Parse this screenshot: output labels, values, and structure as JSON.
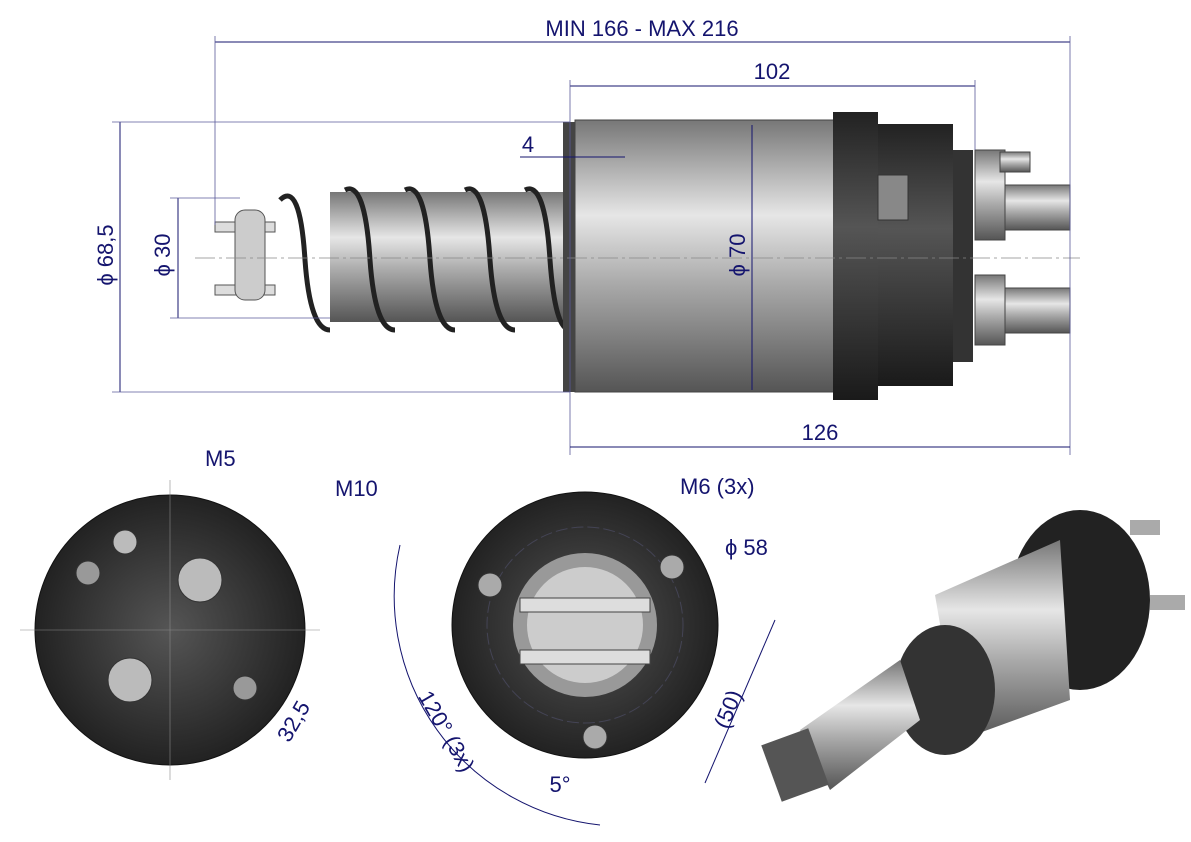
{
  "dimensions": {
    "overall_length": "MIN 166 - MAX 216",
    "body_length": "102",
    "flange_offset": "4",
    "body_diameter": "ϕ 70",
    "flange_diameter": "ϕ 68,5",
    "plunger_diameter": "ϕ 30",
    "total_body_length": "126",
    "terminal_small": "M5",
    "terminal_large": "M10",
    "mount_threads": "M6 (3x)",
    "bolt_circle": "ϕ 58",
    "terminal_offset": "32,5",
    "angle_spacing": "120° (3x)",
    "reference_dim": "(50)",
    "angle_offset": "5°"
  },
  "colors": {
    "dimension": "#14146e",
    "body_dark": "#2a2a2a",
    "metal": "#b8b8b8"
  }
}
